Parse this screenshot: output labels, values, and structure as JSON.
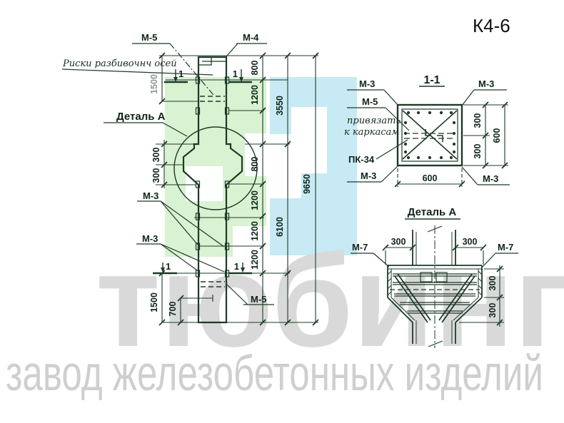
{
  "drawing_title": "К4-6",
  "colors": {
    "line": "#1d3a28",
    "text": "#0f2418",
    "dim_gray": "#8e9894",
    "watermark_green": "#d9f2d2",
    "watermark_cyan": "#c7eaf4",
    "watermark_gray_big": "#d9d9d9",
    "watermark_gray_sub": "#cfcfcf"
  },
  "watermark": {
    "big": "тюбинг",
    "sub": "завод железобетонных изделий"
  },
  "elevation": {
    "label_m5_top": "М-5",
    "label_m4": "М-4",
    "axis_note": "Риски разбивочнч осей",
    "label_detail": "Деталь А",
    "label_m3_upper": "М-3",
    "label_m3_lower": "М-3",
    "label_m5_bottom": "М-5",
    "section_mark": "1",
    "dim_1500_top": "1500",
    "dim_300_u": "300",
    "dim_300_l": "300",
    "chain_right": [
      "800",
      "1200",
      "800",
      "1200",
      "1200",
      "1200"
    ],
    "dim_3550": "3550",
    "dim_6100": "6100",
    "dim_9650": "9650",
    "dim_1500_bot": "1500",
    "dim_700": "700"
  },
  "section11": {
    "title": "1-1",
    "label_m3_tl": "М-3",
    "label_m5": "М-5",
    "note_line1": "привязать",
    "note_line2": "к каркасам",
    "label_pk34": "ПК-34",
    "label_m3_bl": "М-3",
    "label_m3_tr": "М-3",
    "label_m3_br": "М-3",
    "dim_300_a": "300",
    "dim_300_b": "300",
    "dim_600_right": "600",
    "dim_600_bottom": "600"
  },
  "detail_a": {
    "title": "Деталь А",
    "label_m7_l": "М-7",
    "label_m7_r": "М-7",
    "dim_300_tl": "300",
    "dim_300_tr": "300",
    "dim_300_r1": "300",
    "dim_300_r2": "300"
  }
}
